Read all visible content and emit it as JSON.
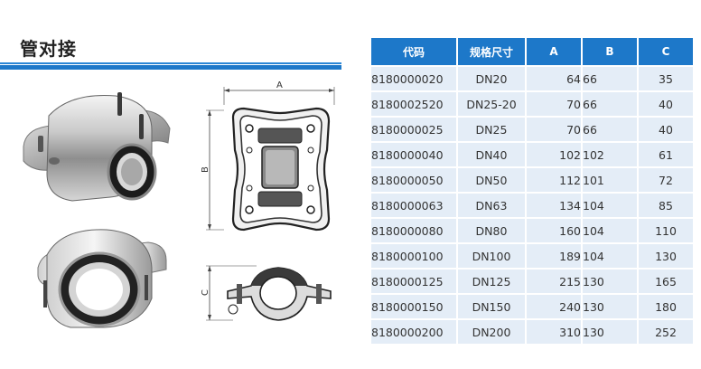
{
  "page": {
    "title": "管对接"
  },
  "drawings": {
    "label_a": "A",
    "label_b": "B",
    "label_c": "C"
  },
  "table": {
    "headers": {
      "code": "代码",
      "size": "规格尺寸",
      "a": "A",
      "b": "B",
      "c": "C"
    },
    "rows": [
      {
        "code": "8180000020",
        "size": "DN20",
        "a": "64",
        "b": "66",
        "c": "35"
      },
      {
        "code": "8180002520",
        "size": "DN25-20",
        "a": "70",
        "b": "66",
        "c": "40"
      },
      {
        "code": "8180000025",
        "size": "DN25",
        "a": "70",
        "b": "66",
        "c": "40"
      },
      {
        "code": "8180000040",
        "size": "DN40",
        "a": "102",
        "b": "102",
        "c": "61"
      },
      {
        "code": "8180000050",
        "size": "DN50",
        "a": "112",
        "b": "101",
        "c": "72"
      },
      {
        "code": "8180000063",
        "size": "DN63",
        "a": "134",
        "b": "104",
        "c": "85"
      },
      {
        "code": "8180000080",
        "size": "DN80",
        "a": "160",
        "b": "104",
        "c": "110"
      },
      {
        "code": "8180000100",
        "size": "DN100",
        "a": "189",
        "b": "104",
        "c": "130"
      },
      {
        "code": "8180000125",
        "size": "DN125",
        "a": "215",
        "b": "130",
        "c": "165"
      },
      {
        "code": "8180000150",
        "size": "DN150",
        "a": "240",
        "b": "130",
        "c": "180"
      },
      {
        "code": "8180000200",
        "size": "DN200",
        "a": "310",
        "b": "130",
        "c": "252"
      }
    ]
  },
  "colors": {
    "accent": "#1d78c9",
    "row_bg": "#e4edf7"
  }
}
